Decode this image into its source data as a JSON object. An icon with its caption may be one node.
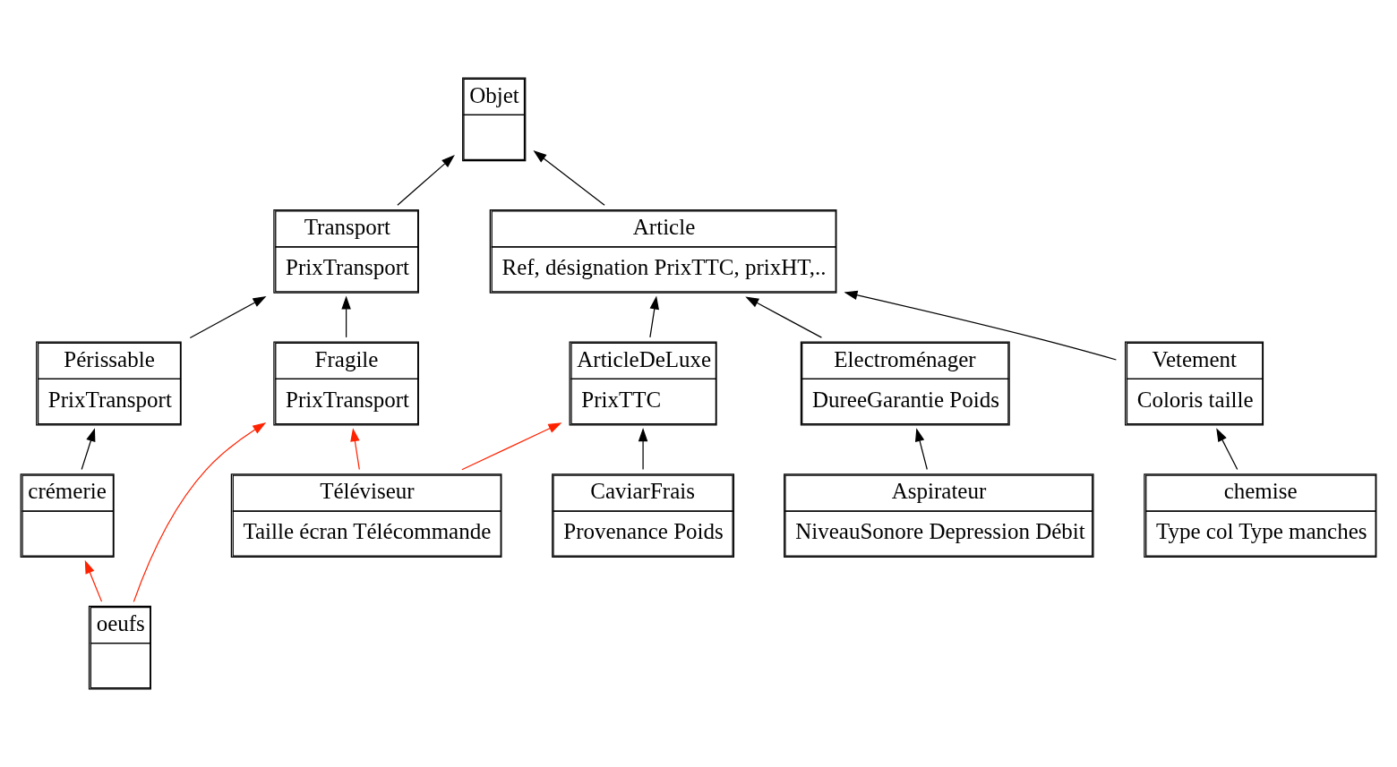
{
  "diagram": {
    "nodes": [
      {
        "text": [
          "Objet"
        ]
      },
      {
        "text": [
          "Transport",
          "PrixTransport"
        ]
      },
      {
        "text": [
          "Article",
          "Ref, désignation PrixTTC, prixHT,.."
        ]
      },
      {
        "text": [
          "Périssable",
          "PrixTransport"
        ]
      },
      {
        "text": [
          "Fragile",
          "PrixTransport"
        ]
      },
      {
        "text": [
          "Electroménager",
          "DureeGarantie Poids"
        ]
      },
      {
        "text": [
          "ArticleDeLuxe",
          "PrixTTC"
        ]
      },
      {
        "text": [
          "crémerie"
        ]
      },
      {
        "text": [
          "Vetement",
          "Coloris taille"
        ]
      },
      {
        "text": [
          "Aspirateur",
          "NiveauSonore Depression Débit"
        ]
      },
      {
        "text": [
          "Téléviseur",
          "Taille écran Télécommande"
        ]
      },
      {
        "text": [
          "CaviarFrais",
          "Provenance Poids"
        ]
      },
      {
        "text": [
          "oeufs"
        ]
      },
      {
        "text": [
          "chemise",
          "Type col Type manches"
        ]
      }
    ],
    "edges": [
      {
        "from": 1,
        "to": 0,
        "arrow": "to"
      },
      {
        "from": 2,
        "to": 0,
        "arrow": "to"
      },
      {
        "from": 3,
        "to": 1,
        "arrow": "to"
      },
      {
        "from": 4,
        "to": 1,
        "arrow": "to"
      },
      {
        "from": 5,
        "to": 2,
        "arrow": "to"
      },
      {
        "from": 6,
        "to": 2,
        "arrow": "to"
      },
      {
        "from": 8,
        "to": 2,
        "arrow": "to"
      },
      {
        "from": 7,
        "to": 3,
        "arrow": "to"
      },
      {
        "from": 9,
        "to": 5,
        "arrow": "to"
      },
      {
        "from": 10,
        "to": 6,
        "arrow": "to",
        "color": "#ff2200"
      },
      {
        "from": 10,
        "to": 4,
        "arrow": "to",
        "color": "#ff2200"
      },
      {
        "from": 11,
        "to": 6,
        "arrow": "to"
      },
      {
        "from": 12,
        "to": 7,
        "arrow": "to",
        "color": "#ff2200"
      },
      {
        "from": 12,
        "to": 4,
        "arrow": "to",
        "color": "#ff2200"
      },
      {
        "from": 13,
        "to": 8,
        "arrow": "to"
      }
    ]
  }
}
